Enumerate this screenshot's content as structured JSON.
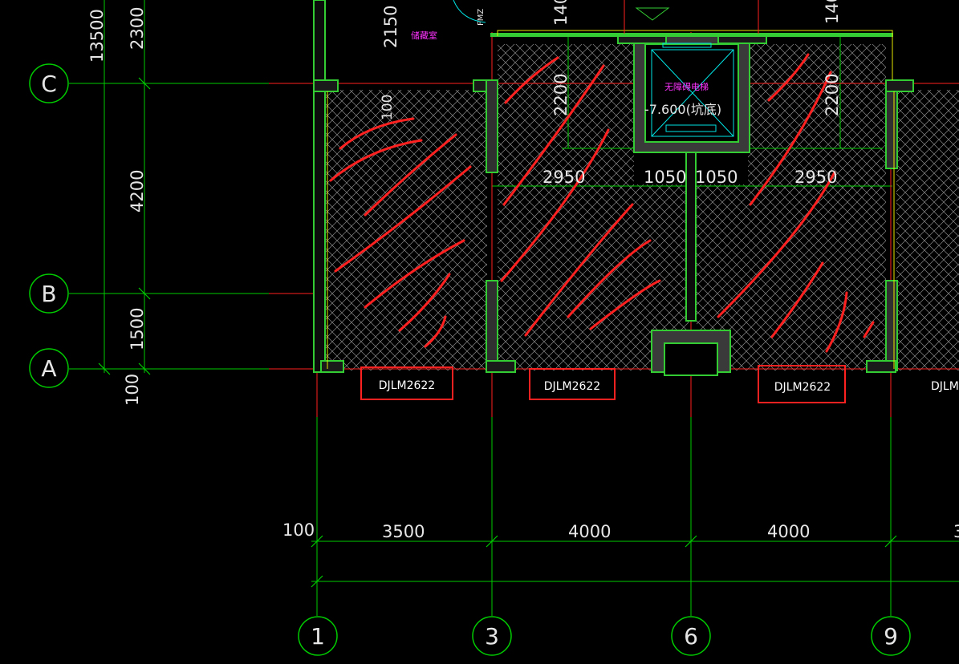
{
  "colors": {
    "background": "#000000",
    "grid": "#00cc00",
    "wall": "#33cc33",
    "red": "#ff2020",
    "text": "#e6e6e6",
    "magenta": "#ff33ff",
    "cyan": "#00e5e5",
    "yellow": "#e6e600"
  },
  "axes": {
    "rows": [
      {
        "label": "C"
      },
      {
        "label": "B"
      },
      {
        "label": "A"
      }
    ],
    "columns": [
      {
        "label": "1"
      },
      {
        "label": "3"
      },
      {
        "label": "6"
      },
      {
        "label": "9"
      }
    ]
  },
  "left_dims": {
    "total": "13500",
    "segments": [
      "2300",
      "4200",
      "1500"
    ],
    "below": "100"
  },
  "bottom_dims": {
    "offset": "100",
    "spans": [
      "3500",
      "4000",
      "4000",
      "3"
    ]
  },
  "interior_dims": {
    "top_left_dim": "2150",
    "wall_dim": "100",
    "top_140_left": "140",
    "top_140_right": "140",
    "depth_left": "2200",
    "depth_right": "2200",
    "span_a": "2950",
    "span_b": "1050",
    "span_c": "1050",
    "span_d": "2950"
  },
  "labels": {
    "storage": "储藏室",
    "elevator": "无障碍电梯",
    "pit_level": "-7.600(坑底)",
    "fmz": "FMZ"
  },
  "doors": [
    {
      "label": "DJLM2622"
    },
    {
      "label": "DJLM2622"
    },
    {
      "label": "DJLM2622"
    },
    {
      "label": "DJLM"
    }
  ]
}
